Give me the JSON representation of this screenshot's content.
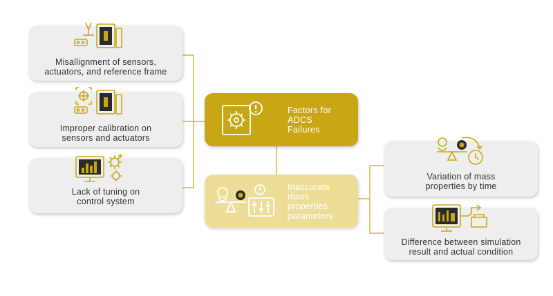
{
  "colors": {
    "gold": "#c9a714",
    "pale_gold": "#eedd96",
    "card": "#eeeeef",
    "text": "#333333"
  },
  "center": {
    "title_lines": [
      "Factors for",
      "ADCS",
      "Failures"
    ],
    "icon": "gear-alert-icon"
  },
  "sub_factor": {
    "lines": [
      "Inaccurate",
      "mass",
      "properties",
      "parameters"
    ],
    "icon": "balance-sliders-icon"
  },
  "left_factors": [
    {
      "lines": [
        "Misallignment of sensors,",
        "actuators, and reference frame"
      ],
      "icon": "antenna-chip-icon"
    },
    {
      "lines": [
        "Improper calibration on",
        "sensors and actuators"
      ],
      "icon": "target-chip-icon"
    },
    {
      "lines": [
        "Lack of tuning on",
        "control system"
      ],
      "icon": "monitor-gears-icon"
    }
  ],
  "right_factors": [
    {
      "lines": [
        "Variation of mass",
        "properties by time"
      ],
      "icon": "balance-clock-icon"
    },
    {
      "lines": [
        "Difference between simulation",
        "result and actual condition"
      ],
      "icon": "screen-arrow-icon"
    }
  ]
}
